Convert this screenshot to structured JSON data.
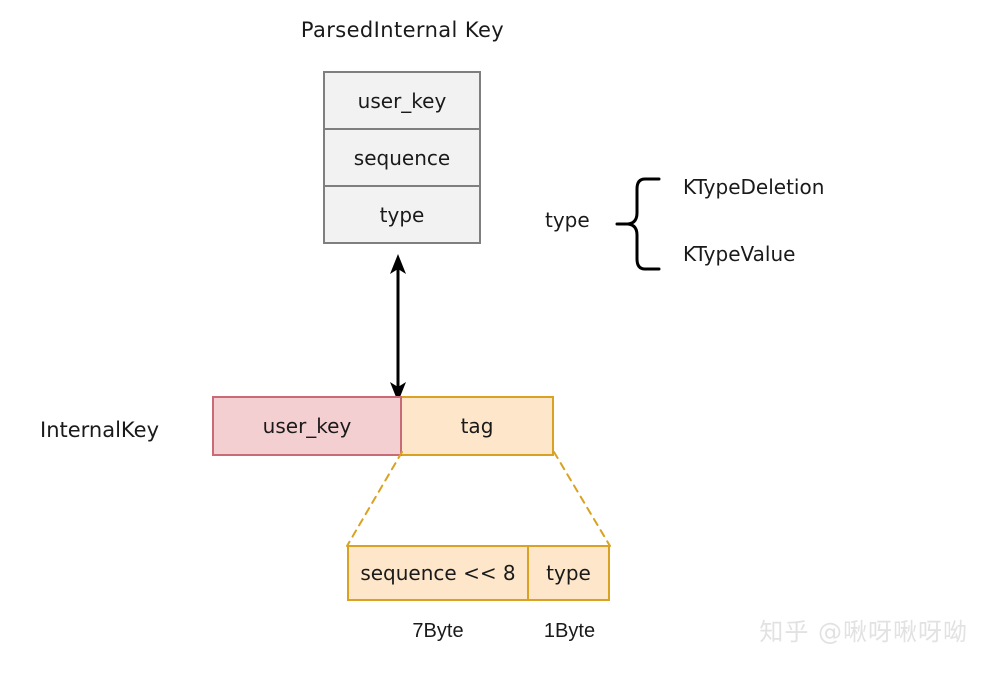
{
  "diagram": {
    "title": "ParsedInternal Key",
    "parsed_internal_key": {
      "rows": [
        {
          "label": "user_key"
        },
        {
          "label": "sequence"
        },
        {
          "label": "type"
        }
      ],
      "fill_color": "#f2f2f2",
      "border_color": "#7f7f7f"
    },
    "type_annotation": {
      "label": "type",
      "options": [
        {
          "label": "KTypeDeletion"
        },
        {
          "label": "KTypeValue"
        }
      ]
    },
    "internal_key": {
      "label": "InternalKey",
      "segments": [
        {
          "label": "user_key",
          "fill_color": "#f4cfd2",
          "border_color": "#c96a77"
        },
        {
          "label": "tag",
          "fill_color": "#fde6ca",
          "border_color": "#d9a222"
        }
      ]
    },
    "tag_detail": {
      "segments": [
        {
          "label": "sequence << 8",
          "size": "7Byte"
        },
        {
          "label": "type",
          "size": "1Byte"
        }
      ],
      "fill_color": "#fde6ca",
      "border_color": "#d9a222"
    },
    "watermark": "知乎 @啾呀啾呀呦"
  }
}
